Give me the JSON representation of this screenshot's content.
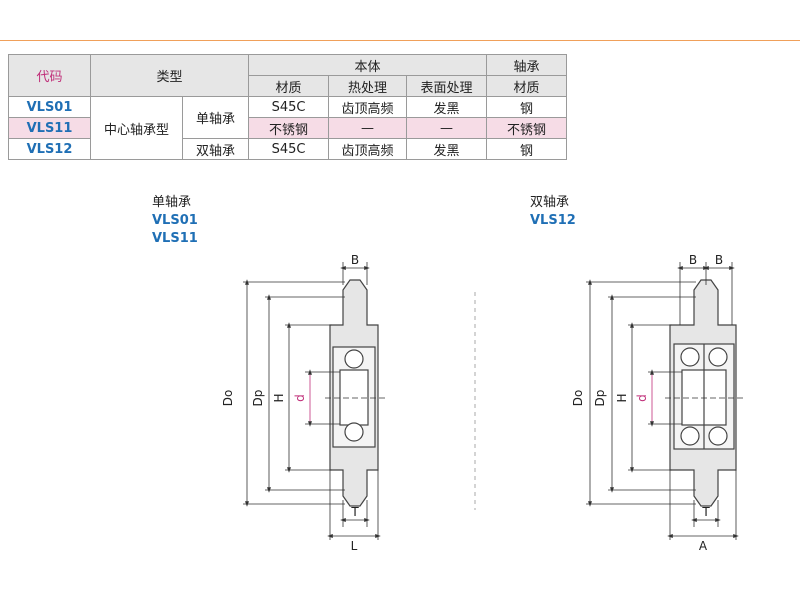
{
  "table": {
    "headers": {
      "code": "代码",
      "type": "类型",
      "body": "本体",
      "bearing": "轴承",
      "material": "材质",
      "heat": "热处理",
      "surface": "表面处理",
      "bearing_material": "材质"
    },
    "type_main": "中心轴承型",
    "rows": [
      {
        "code": "VLS01",
        "subtype": "单轴承",
        "material": "S45C",
        "heat": "齿顶高频",
        "surface": "发黑",
        "bearing": "钢"
      },
      {
        "code": "VLS11",
        "subtype": "",
        "material": "不锈钢",
        "heat": "—",
        "surface": "—",
        "bearing": "不锈钢"
      },
      {
        "code": "VLS12",
        "subtype": "双轴承",
        "material": "S45C",
        "heat": "齿顶高频",
        "surface": "发黑",
        "bearing": "钢"
      }
    ]
  },
  "left_drawing": {
    "title": "单轴承",
    "codes": [
      "VLS01",
      "VLS11"
    ],
    "dims": {
      "B": "B",
      "Do": "Do",
      "Dp": "Dp",
      "H": "H",
      "d": "d",
      "T": "T",
      "L": "L"
    }
  },
  "right_drawing": {
    "title": "双轴承",
    "codes": [
      "VLS12"
    ],
    "dims": {
      "B1": "B",
      "B2": "B",
      "Do": "Do",
      "Dp": "Dp",
      "H": "H",
      "d": "d",
      "T": "T",
      "A": "A"
    }
  },
  "colors": {
    "accent_line": "#f0a05a",
    "code_blue": "#1f6fb5",
    "code_header": "#c0307a",
    "highlight_row": "#f6dce6",
    "dim_d": "#c0307a"
  }
}
